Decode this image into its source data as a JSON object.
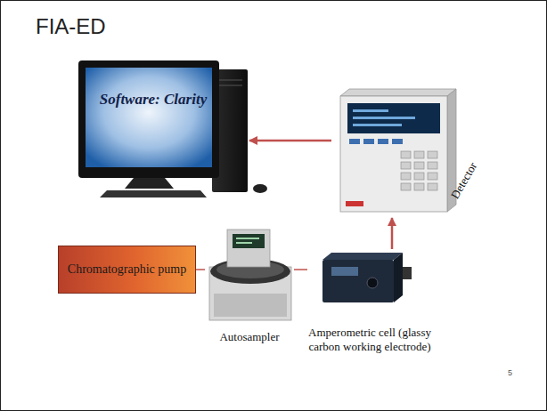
{
  "diagram": {
    "title": "FIA-ED",
    "nodes": [
      {
        "text": [
          "Software: Clarity"
        ]
      },
      {
        "text": [
          "Detector"
        ]
      },
      {
        "text": [
          "Chromatographic pump"
        ]
      },
      {
        "text": [
          "Autosampler"
        ]
      },
      {
        "text": [
          "Amperometric cell (glassy carbon working electrode)"
        ]
      }
    ],
    "edges": [
      {
        "from": 2,
        "to": 3,
        "arrow": "none"
      },
      {
        "from": 3,
        "to": 4,
        "arrow": "none"
      },
      {
        "from": 4,
        "to": 1,
        "arrow": "to"
      },
      {
        "from": 1,
        "to": 0,
        "arrow": "to"
      }
    ],
    "labels": [
      "5"
    ]
  }
}
